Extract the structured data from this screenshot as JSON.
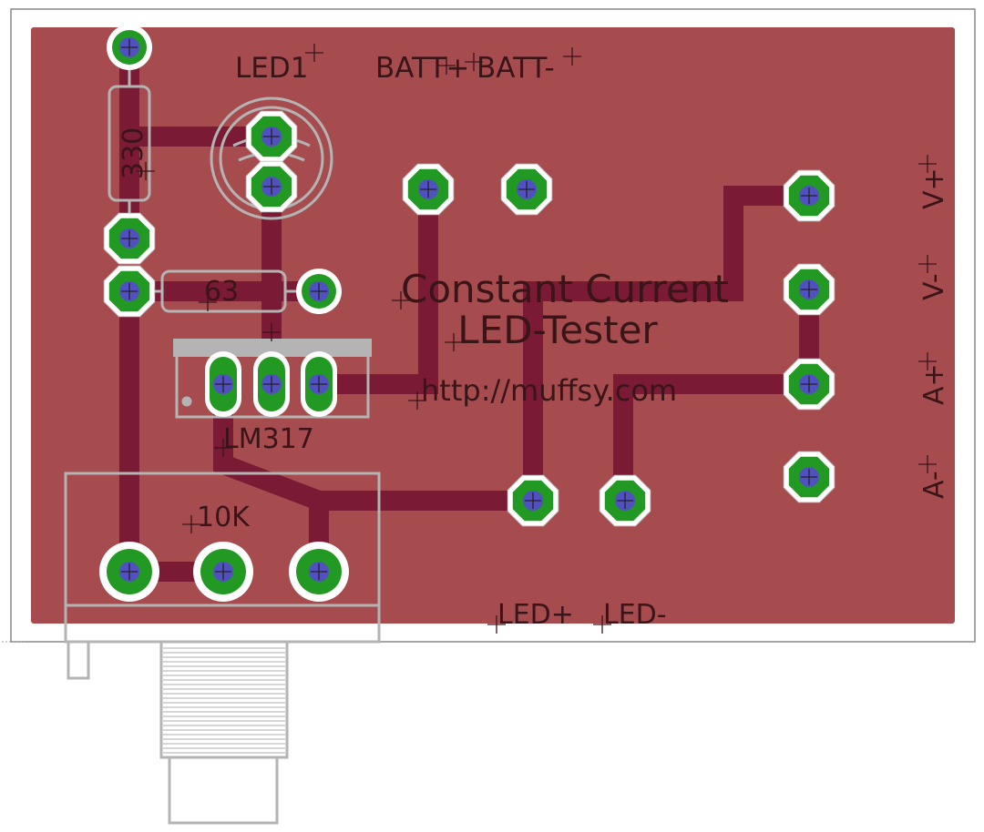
{
  "title_line1": "Constant Current",
  "title_line2": "LED-Tester",
  "url": "http://muffsy.com",
  "labels": {
    "led1": "LED1",
    "batt_plus": "BATT+",
    "batt_minus": "BATT-",
    "r330": "330",
    "r63": "63",
    "lm317": "LM317",
    "pot": "10K",
    "v_plus": "V+",
    "v_minus": "V-",
    "a_plus": "A+",
    "a_minus": "A-",
    "led_plus": "LED+",
    "led_minus": "LED-"
  },
  "colors": {
    "board": "#A64C4F",
    "trace": "#7A1A35",
    "pad_ring": "#FFFFFF",
    "pad_copper": "#229922",
    "pad_top": "#5050C0",
    "silkscreen": "#B4B4B4",
    "text": "#3A1518"
  }
}
